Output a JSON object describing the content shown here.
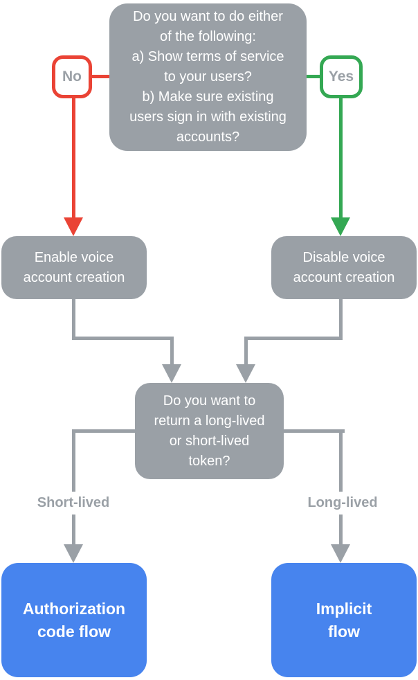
{
  "title": "Voice account linking decision flowchart",
  "colors": {
    "box_gray": "#9AA0A6",
    "box_blue": "#4784EE",
    "branch_no_red": "#EA4335",
    "branch_yes_green": "#34A853",
    "label_text_gray": "#9AA0A6",
    "node_text_white": "#FFFFFF",
    "background": "#FFFFFF"
  },
  "nodes": {
    "question1": "Do you want to do either\nof the following:\na) Show terms of service\nto your users?\nb) Make sure existing\nusers sign in with existing\naccounts?",
    "no_label": "No",
    "yes_label": "Yes",
    "enable": "Enable voice\naccount creation",
    "disable": "Disable voice\naccount creation",
    "question2": "Do you want to\nreturn a long-lived\nor short-lived\ntoken?",
    "short_label": "Short-lived",
    "long_label": "Long-lived",
    "auth_flow": "Authorization\ncode flow",
    "implicit_flow": "Implicit\nflow"
  }
}
